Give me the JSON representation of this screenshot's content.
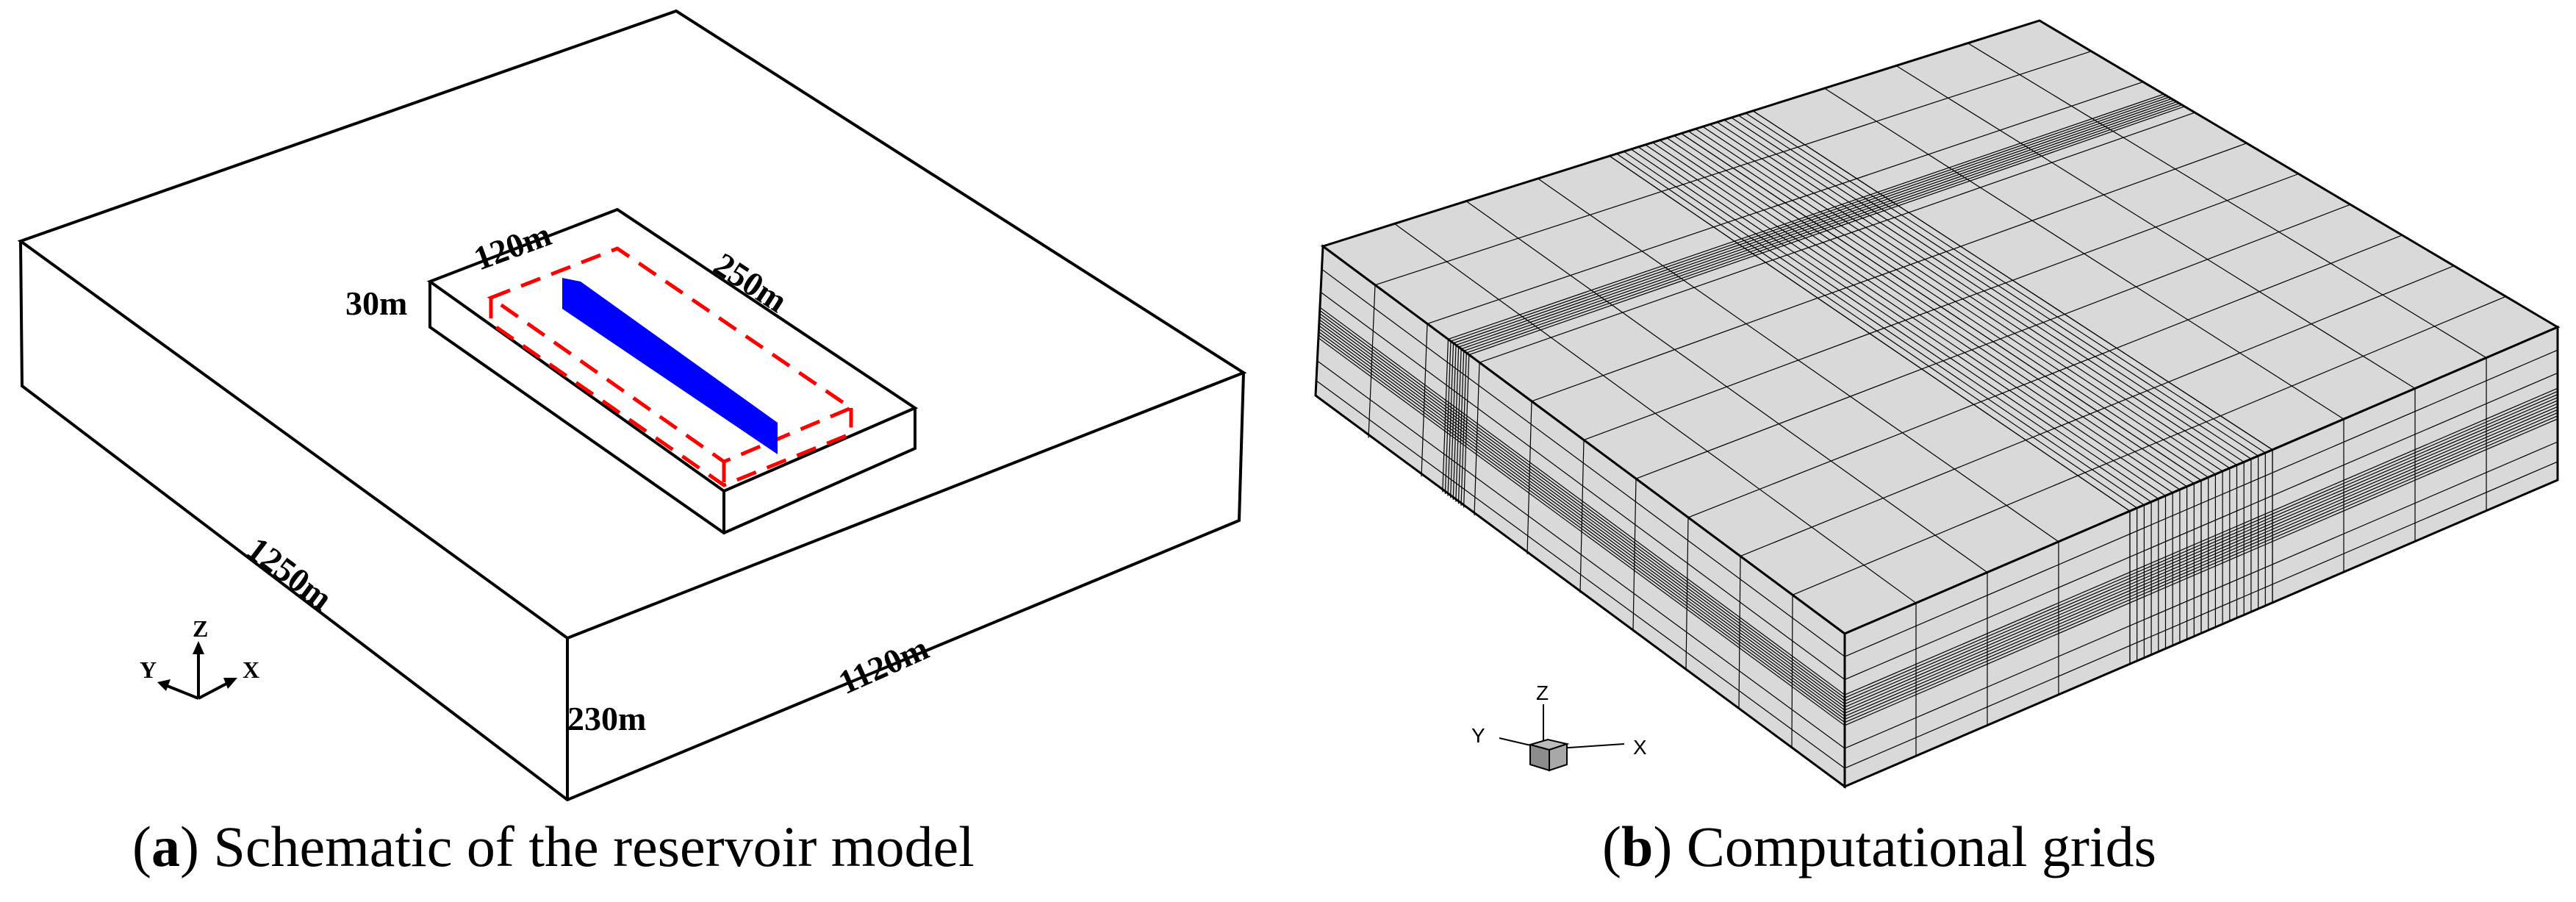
{
  "panel_a": {
    "dims": {
      "width_top": "120m",
      "length_top": "250m",
      "height_top": "30m",
      "length_outer": "1250m",
      "width_outer": "1120m",
      "height_outer": "230m"
    },
    "axes": {
      "z": "Z",
      "y": "Y",
      "x": "X"
    },
    "caption": {
      "letter": "a",
      "text": " Schematic of the reservoir model"
    },
    "colors": {
      "fracture": "#0000ff",
      "dashed_box": "#ff0000",
      "frame": "#000000"
    }
  },
  "panel_b": {
    "axes": {
      "z": "Z",
      "y": "Y",
      "x": "X"
    },
    "caption": {
      "letter": "b",
      "text": " Computational grids"
    },
    "colors": {
      "grid_fill": "#d9d9d9",
      "grid_line": "#000000"
    }
  }
}
